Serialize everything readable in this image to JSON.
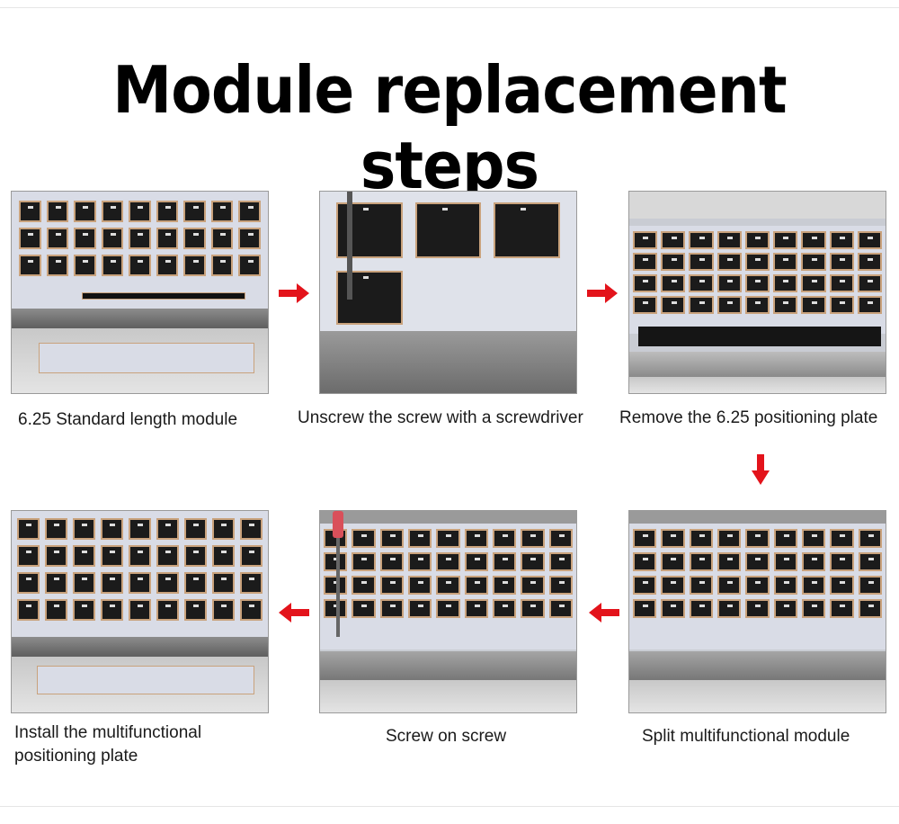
{
  "title": "Module replacement steps",
  "steps": [
    {
      "caption": "6.25 Standard length module"
    },
    {
      "caption": "Unscrew the screw with a screwdriver"
    },
    {
      "caption": "Remove the 6.25 positioning plate"
    },
    {
      "caption": "Split multifunctional module"
    },
    {
      "caption": "Screw on screw"
    },
    {
      "caption_line1": "Install the multifunctional",
      "caption_line2": "positioning plate"
    }
  ],
  "arrows": [
    {
      "direction": "right",
      "icon": "arrow-right-icon"
    },
    {
      "direction": "right",
      "icon": "arrow-right-icon"
    },
    {
      "direction": "down",
      "icon": "arrow-down-icon"
    },
    {
      "direction": "left",
      "icon": "arrow-left-icon"
    },
    {
      "direction": "left",
      "icon": "arrow-left-icon"
    }
  ],
  "colors": {
    "arrow": "#e3131b",
    "title": "#000000",
    "copper": "#c9a27c"
  }
}
